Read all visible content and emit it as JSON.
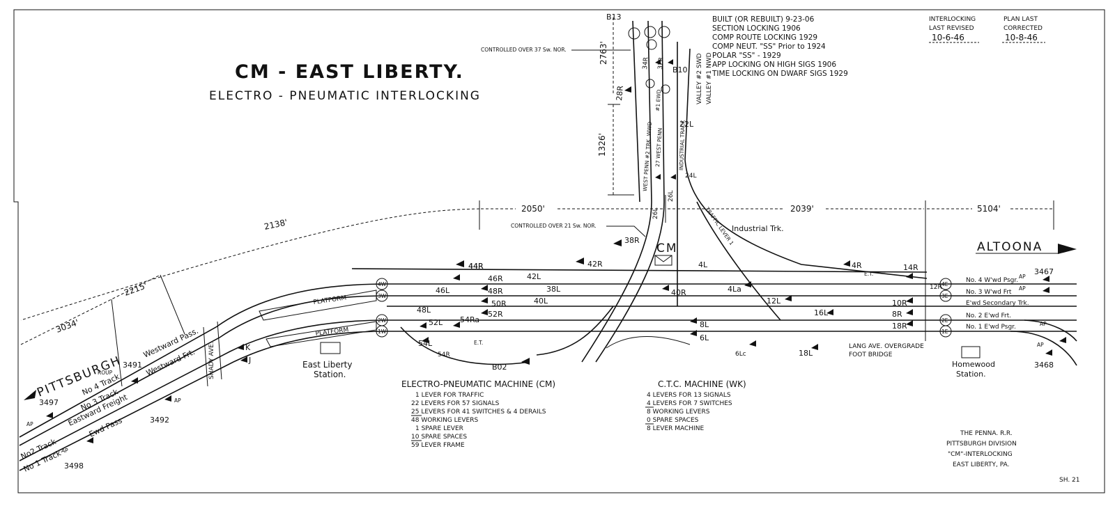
{
  "title": "CM - EAST LIBERTY.",
  "subtitle": "ELECTRO - PNEUMATIC  INTERLOCKING",
  "history": [
    "BUILT (OR REBUILT)   9-23-06",
    "SECTION LOCKING        1906",
    "COMP ROUTE LOCKING 1929",
    "COMP NEUT. \"SS\" Prior to 1924",
    "POLAR \"SS\" - 1929",
    "APP LOCKING ON HIGH SIGS   1906",
    "TIME LOCKING ON DWARF SIGS 1929"
  ],
  "revision": {
    "interlocking_label": [
      "INTERLOCKING",
      "LAST REVISED"
    ],
    "interlocking_date": "10-6-46",
    "plan_label": [
      "PLAN  LAST",
      "CORRECTED"
    ],
    "plan_date": "10-8-46"
  },
  "distances": {
    "d2050": "2050'",
    "d2039": "2039'",
    "d5104": "5104'",
    "d2138": "2138'",
    "d2215": "2215'",
    "d3034": "3034'",
    "d1326": "1326'",
    "d2763": "2763'"
  },
  "places": {
    "pittsburgh": "PITTSBURGH",
    "altoona": "ALTOONA",
    "east_liberty_station": [
      "East Liberty",
      "Station."
    ],
    "homewood_station": [
      "Homewood",
      "Station."
    ],
    "platform": "PLATFORM",
    "shady_ave": "SHADY AVE.",
    "lang_ave": [
      "LANG AVE. OVERGRADE",
      "FOOT BRIDGE"
    ],
    "cm": "CM",
    "industrial_trk": "Industrial Trk.",
    "industrial_track_v": "INDUSTRIAL TRACK",
    "valley": [
      "VALLEY #2 SWD",
      "VALLEY #1 NWD"
    ],
    "controlled_37": "CONTROLLED OVER 37 Sw. NOR.",
    "controlled_21": "CONTROLLED OVER 21 Sw. NOR.",
    "west_penn_1": "WEST PENN #2 TRK. WWD",
    "west_penn_2": "27 WEST PENN",
    "west_penn_3": "#1 EWD",
    "traffic_lever": "TRAFFIC LEVER 1"
  },
  "tracks_west": [
    "No 4 Track",
    "No 3 Track",
    "Eastward Freight",
    "Ewd Pass",
    "No2 Track",
    "No 1 Track",
    "Westward Pass.",
    "Westward Frt."
  ],
  "tracks_east": [
    "No. 4 W'wd Psgr.",
    "No. 3 W'wd Frt",
    "E'wd Secondary Trk.",
    "No. 2 E'wd Frt.",
    "No. 1 E'wd Psgr."
  ],
  "track_circles": [
    "4W",
    "3W",
    "2W",
    "1W",
    "4E",
    "3E",
    "2E",
    "1E"
  ],
  "signal_numbers": [
    "3497",
    "3491",
    "3492",
    "3498",
    "3467",
    "3468",
    "B13",
    "B10",
    "B02"
  ],
  "levers_left": [
    "44R",
    "46L",
    "48L",
    "52L",
    "54L",
    "54R",
    "46R",
    "48R",
    "50R",
    "52R",
    "54Ra",
    "42L",
    "42R",
    "38L",
    "38R",
    "40L",
    "40R",
    "28R",
    "34R",
    "32R",
    "22L",
    "24L",
    "26L",
    "26L"
  ],
  "levers_right": [
    "4L",
    "4La",
    "4R",
    "14R",
    "12L",
    "16L",
    "18L",
    "12R",
    "10R",
    "8R",
    "18R",
    "8L",
    "6L",
    "6Lc"
  ],
  "misc_labels": [
    "ROUP",
    "AP",
    "E.T.",
    "K",
    "J"
  ],
  "cm_machine": {
    "header": "ELECTRO-PNEUMATIC MACHINE (CM)",
    "rows": [
      "1  LEVER FOR TRAFFIC",
      "22  LEVERS FOR 57 SIGNALS",
      "25  LEVERS FOR 41 SWITCHES & 4 DERAILS",
      "48  WORKING LEVERS",
      "1  SPARE LEVER",
      "10  SPARE SPACES",
      "59  LEVER FRAME"
    ]
  },
  "ctc_machine": {
    "header": "C.T.C. MACHINE (WK)",
    "rows": [
      "4  LEVERS FOR 13 SIGNALS",
      "4  LEVERS FOR  7 SWITCHES",
      "8  WORKING LEVERS",
      "0  SPARE SPACES",
      "8  LEVER MACHINE"
    ]
  },
  "railroad": [
    "THE PENNA. R.R.",
    "PITTSBURGH DIVISION",
    "\"CM\"-INTERLOCKING",
    "EAST LIBERTY, PA."
  ],
  "sheet": "SH. 21"
}
